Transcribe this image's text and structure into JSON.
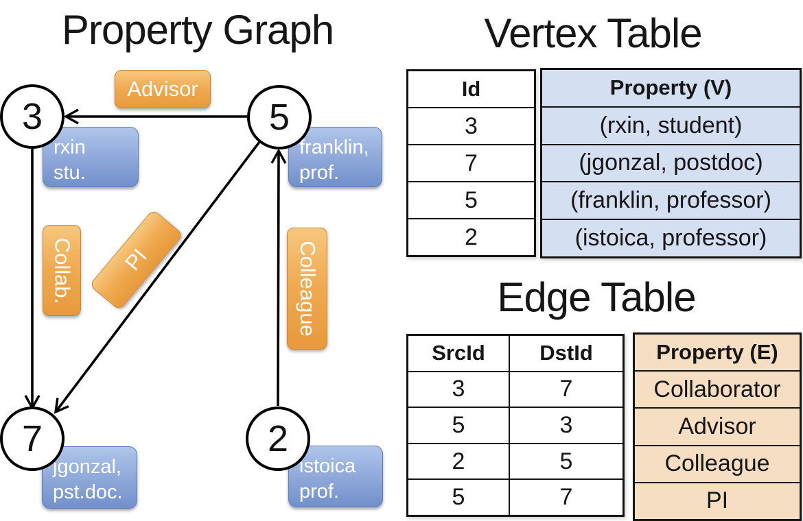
{
  "titles": {
    "graph": "Property Graph",
    "vertex_table": "Vertex Table",
    "edge_table": "Edge Table"
  },
  "graph": {
    "vertices": [
      {
        "id": "3",
        "line1": "rxin",
        "line2": "stu."
      },
      {
        "id": "5",
        "line1": "franklin,",
        "line2": "prof."
      },
      {
        "id": "7",
        "line1": "jgonzal,",
        "line2": "pst.doc."
      },
      {
        "id": "2",
        "line1": "istoica",
        "line2": "prof."
      }
    ],
    "edges": [
      {
        "src": "5",
        "dst": "3",
        "label": "Advisor"
      },
      {
        "src": "3",
        "dst": "7",
        "label": "Collab."
      },
      {
        "src": "5",
        "dst": "7",
        "label": "PI"
      },
      {
        "src": "2",
        "dst": "5",
        "label": "Colleague"
      }
    ]
  },
  "vertex_table": {
    "headers": [
      "Id",
      "Property (V)"
    ],
    "rows": [
      [
        "3",
        "(rxin, student)"
      ],
      [
        "7",
        "(jgonzal, postdoc)"
      ],
      [
        "5",
        "(franklin, professor)"
      ],
      [
        "2",
        "(istoica, professor)"
      ]
    ]
  },
  "edge_table": {
    "headers": [
      "SrcId",
      "DstId",
      "Property (E)"
    ],
    "rows": [
      [
        "3",
        "7",
        "Collaborator"
      ],
      [
        "5",
        "3",
        "Advisor"
      ],
      [
        "2",
        "5",
        "Colleague"
      ],
      [
        "5",
        "7",
        "PI"
      ]
    ]
  },
  "colors": {
    "edge_label_orange": "#EFA94F",
    "vertex_label_blue": "#93ACDC",
    "vertex_property_fill": "#D5DFF2",
    "edge_property_fill": "#F5DEC2",
    "line_black": "#000000"
  }
}
